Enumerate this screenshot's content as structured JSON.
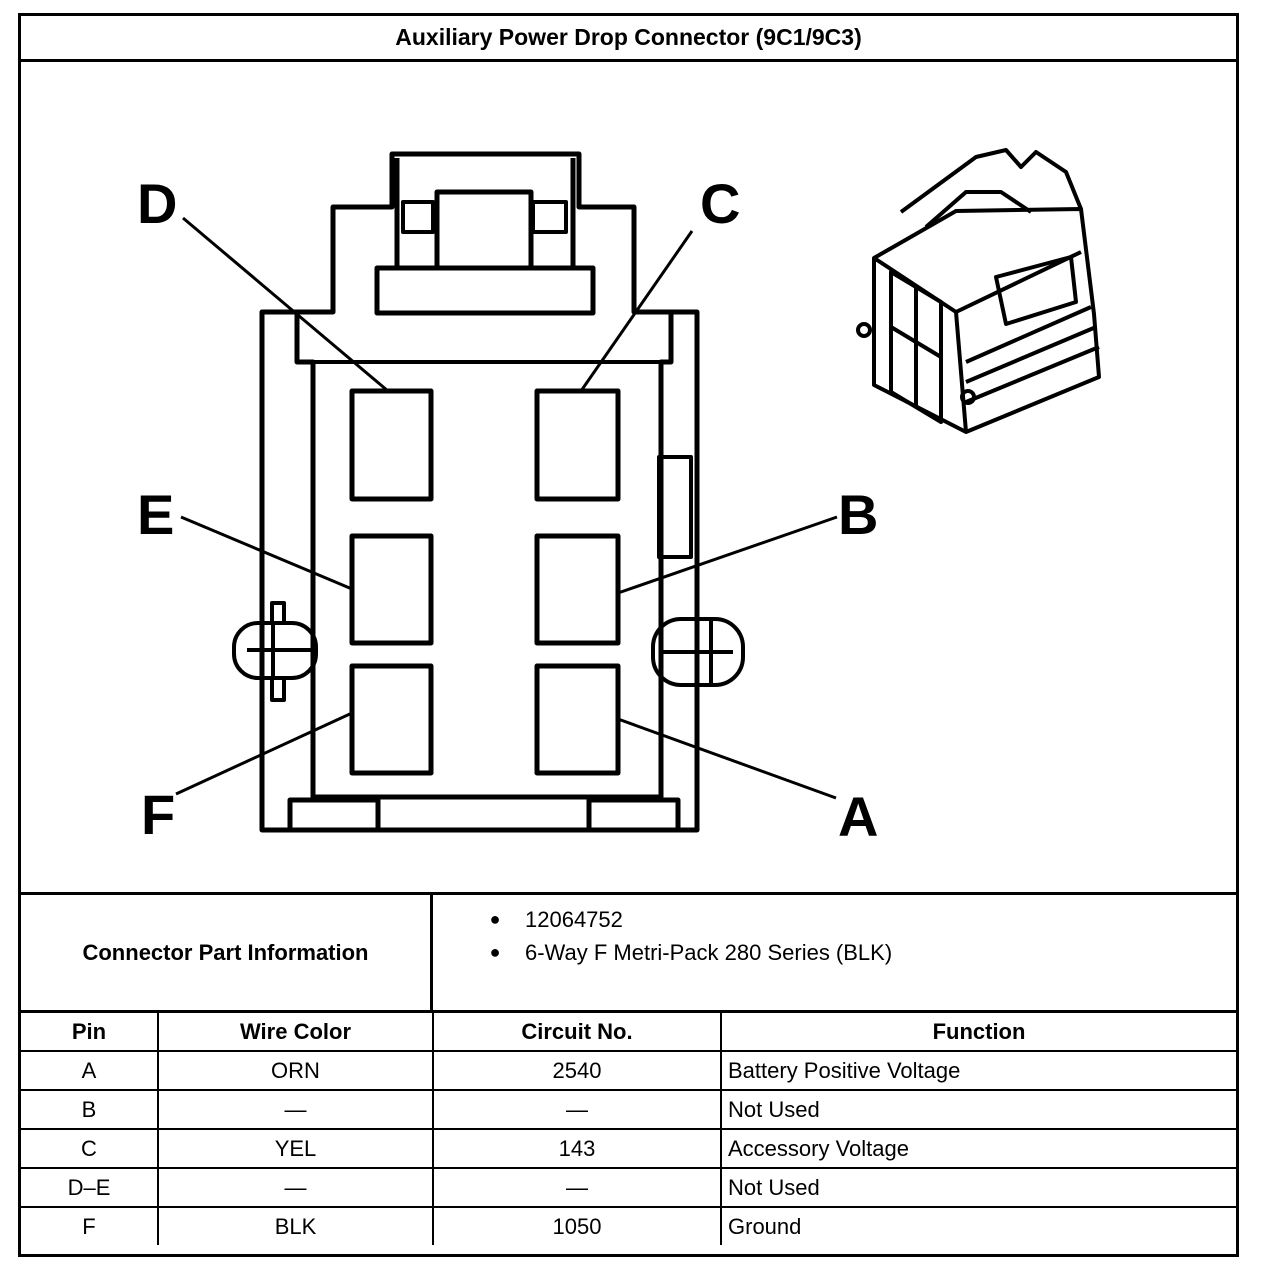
{
  "title": "Auxiliary Power Drop Connector (9C1/9C3)",
  "diagram": {
    "pin_labels": {
      "A": "A",
      "B": "B",
      "C": "C",
      "D": "D",
      "E": "E",
      "F": "F"
    }
  },
  "connector_info": {
    "label": "Connector Part Information",
    "items": [
      "12064752",
      "6-Way F Metri-Pack 280 Series (BLK)"
    ],
    "bullet": "●"
  },
  "table": {
    "headers": {
      "pin": "Pin",
      "wire_color": "Wire Color",
      "circuit": "Circuit No.",
      "function": "Function"
    },
    "rows": [
      {
        "pin": "A",
        "wire_color": "ORN",
        "circuit": "2540",
        "function": "Battery Positive Voltage"
      },
      {
        "pin": "B",
        "wire_color": "—",
        "circuit": "—",
        "function": "Not Used"
      },
      {
        "pin": "C",
        "wire_color": "YEL",
        "circuit": "143",
        "function": "Accessory Voltage"
      },
      {
        "pin": "D–E",
        "wire_color": "—",
        "circuit": "—",
        "function": "Not Used"
      },
      {
        "pin": "F",
        "wire_color": "BLK",
        "circuit": "1050",
        "function": "Ground"
      }
    ]
  }
}
